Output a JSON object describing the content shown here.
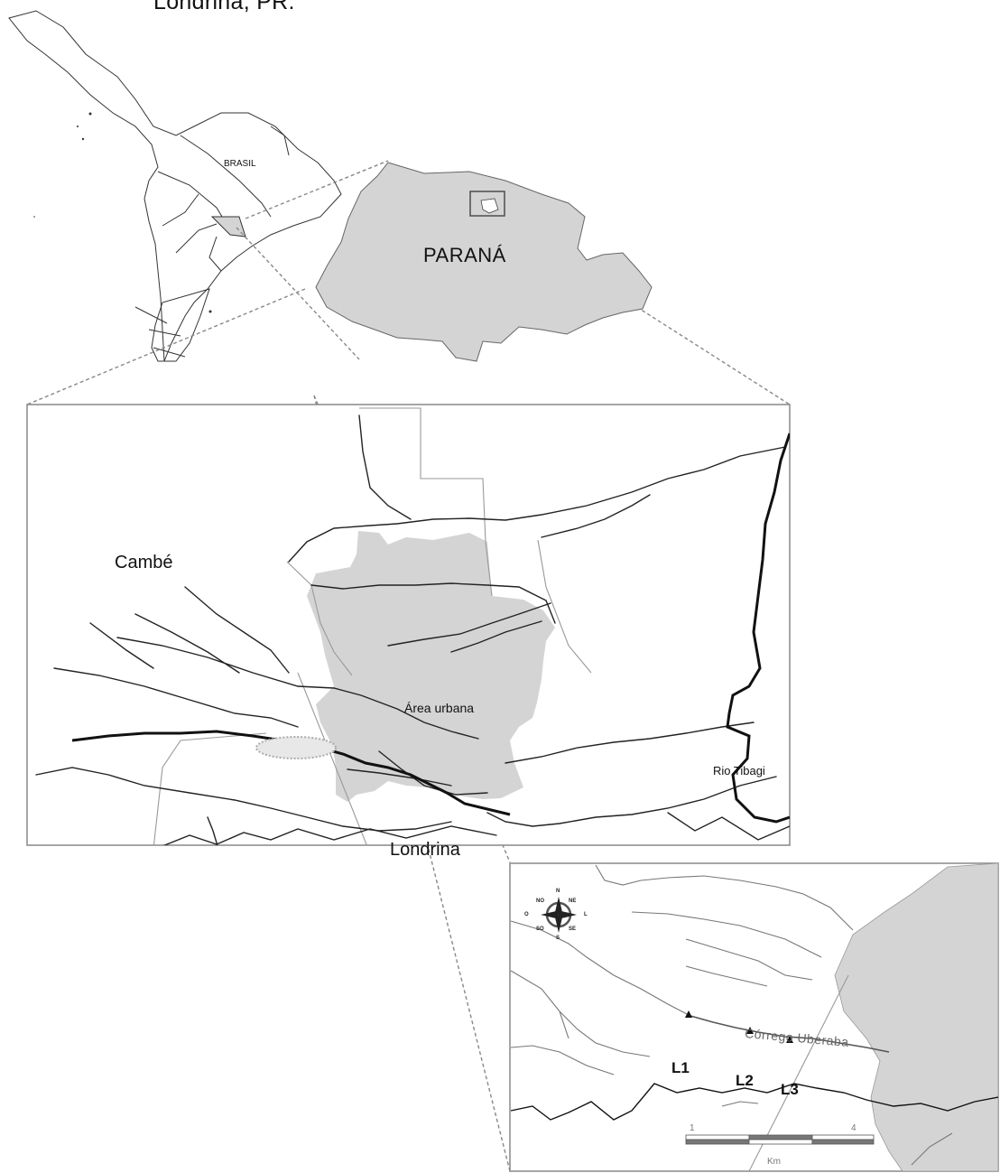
{
  "caption": "Londrina, PR.",
  "labels": {
    "brasil": "BRASIL",
    "parana": "PARANÁ",
    "cambe": "Cambé",
    "area_urbana": "Área urbana",
    "rio_tibagi": "Rio Tibagi",
    "londrina": "Londrina",
    "corrego": "Córrego Uberaba"
  },
  "sites": [
    "L1",
    "L2",
    "L3"
  ],
  "compass": {
    "n": "N",
    "ne": "NE",
    "l": "L",
    "se": "SE",
    "s": "S",
    "so": "SO",
    "o": "O",
    "no": "NO"
  },
  "scale_bar": {
    "ticks": [
      "1",
      "4"
    ],
    "unit": "Km"
  },
  "colors": {
    "region_fill": "#d4d4d4",
    "river": "#222222",
    "border": "#777777"
  }
}
